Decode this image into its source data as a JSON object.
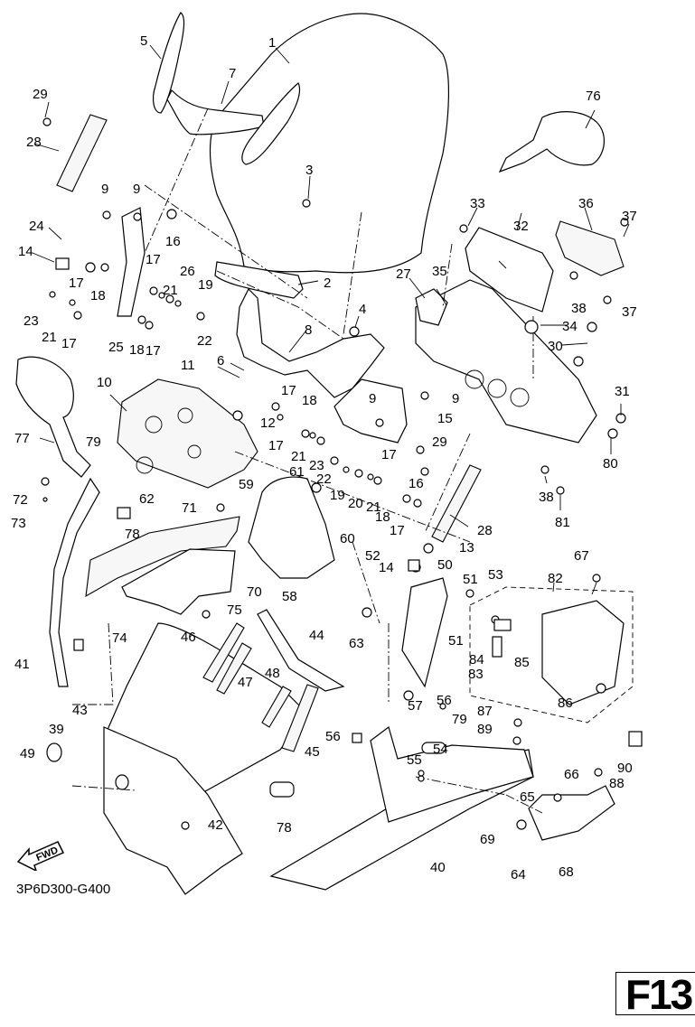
{
  "diagram": {
    "title_code": "3P6D300-G400",
    "page_label": "F13",
    "fwd_label": "FWD",
    "part_labels": [
      {
        "id": "1",
        "text": "1"
      },
      {
        "id": "2",
        "text": "2"
      },
      {
        "id": "3",
        "text": "3"
      },
      {
        "id": "4",
        "text": "4"
      },
      {
        "id": "5",
        "text": "5"
      },
      {
        "id": "6",
        "text": "6"
      },
      {
        "id": "7",
        "text": "7"
      },
      {
        "id": "8",
        "text": "8"
      },
      {
        "id": "9a",
        "text": "9"
      },
      {
        "id": "9b",
        "text": "9"
      },
      {
        "id": "9c",
        "text": "9"
      },
      {
        "id": "9d",
        "text": "9"
      },
      {
        "id": "10",
        "text": "10"
      },
      {
        "id": "11",
        "text": "11"
      },
      {
        "id": "12",
        "text": "12"
      },
      {
        "id": "13",
        "text": "13"
      },
      {
        "id": "14a",
        "text": "14"
      },
      {
        "id": "14b",
        "text": "14"
      },
      {
        "id": "15",
        "text": "15"
      },
      {
        "id": "16a",
        "text": "16"
      },
      {
        "id": "16b",
        "text": "16"
      },
      {
        "id": "17a",
        "text": "17"
      },
      {
        "id": "17b",
        "text": "17"
      },
      {
        "id": "17c",
        "text": "17"
      },
      {
        "id": "17d",
        "text": "17"
      },
      {
        "id": "17e",
        "text": "17"
      },
      {
        "id": "17f",
        "text": "17"
      },
      {
        "id": "17g",
        "text": "17"
      },
      {
        "id": "17h",
        "text": "17"
      },
      {
        "id": "18a",
        "text": "18"
      },
      {
        "id": "18b",
        "text": "18"
      },
      {
        "id": "18c",
        "text": "18"
      },
      {
        "id": "18d",
        "text": "18"
      },
      {
        "id": "19a",
        "text": "19"
      },
      {
        "id": "19b",
        "text": "19"
      },
      {
        "id": "20",
        "text": "20"
      },
      {
        "id": "21a",
        "text": "21"
      },
      {
        "id": "21b",
        "text": "21"
      },
      {
        "id": "21c",
        "text": "21"
      },
      {
        "id": "21d",
        "text": "21"
      },
      {
        "id": "22a",
        "text": "22"
      },
      {
        "id": "22b",
        "text": "22"
      },
      {
        "id": "23a",
        "text": "23"
      },
      {
        "id": "23b",
        "text": "23"
      },
      {
        "id": "24",
        "text": "24"
      },
      {
        "id": "25",
        "text": "25"
      },
      {
        "id": "26",
        "text": "26"
      },
      {
        "id": "27",
        "text": "27"
      },
      {
        "id": "28a",
        "text": "28"
      },
      {
        "id": "28b",
        "text": "28"
      },
      {
        "id": "29a",
        "text": "29"
      },
      {
        "id": "29b",
        "text": "29"
      },
      {
        "id": "30",
        "text": "30"
      },
      {
        "id": "31",
        "text": "31"
      },
      {
        "id": "32",
        "text": "32"
      },
      {
        "id": "33",
        "text": "33"
      },
      {
        "id": "34",
        "text": "34"
      },
      {
        "id": "35",
        "text": "35"
      },
      {
        "id": "36",
        "text": "36"
      },
      {
        "id": "37a",
        "text": "37"
      },
      {
        "id": "37b",
        "text": "37"
      },
      {
        "id": "38a",
        "text": "38"
      },
      {
        "id": "38b",
        "text": "38"
      },
      {
        "id": "39",
        "text": "39"
      },
      {
        "id": "40",
        "text": "40"
      },
      {
        "id": "41",
        "text": "41"
      },
      {
        "id": "42",
        "text": "42"
      },
      {
        "id": "43",
        "text": "43"
      },
      {
        "id": "44",
        "text": "44"
      },
      {
        "id": "45",
        "text": "45"
      },
      {
        "id": "46",
        "text": "46"
      },
      {
        "id": "47",
        "text": "47"
      },
      {
        "id": "48",
        "text": "48"
      },
      {
        "id": "49",
        "text": "49"
      },
      {
        "id": "50",
        "text": "50"
      },
      {
        "id": "51a",
        "text": "51"
      },
      {
        "id": "51b",
        "text": "51"
      },
      {
        "id": "52",
        "text": "52"
      },
      {
        "id": "53",
        "text": "53"
      },
      {
        "id": "54",
        "text": "54"
      },
      {
        "id": "55",
        "text": "55"
      },
      {
        "id": "56a",
        "text": "56"
      },
      {
        "id": "56b",
        "text": "56"
      },
      {
        "id": "57",
        "text": "57"
      },
      {
        "id": "58",
        "text": "58"
      },
      {
        "id": "59",
        "text": "59"
      },
      {
        "id": "60",
        "text": "60"
      },
      {
        "id": "61",
        "text": "61"
      },
      {
        "id": "62",
        "text": "62"
      },
      {
        "id": "63",
        "text": "63"
      },
      {
        "id": "64",
        "text": "64"
      },
      {
        "id": "65",
        "text": "65"
      },
      {
        "id": "66",
        "text": "66"
      },
      {
        "id": "67",
        "text": "67"
      },
      {
        "id": "68",
        "text": "68"
      },
      {
        "id": "69",
        "text": "69"
      },
      {
        "id": "70",
        "text": "70"
      },
      {
        "id": "71",
        "text": "71"
      },
      {
        "id": "72",
        "text": "72"
      },
      {
        "id": "73",
        "text": "73"
      },
      {
        "id": "74",
        "text": "74"
      },
      {
        "id": "75",
        "text": "75"
      },
      {
        "id": "76",
        "text": "76"
      },
      {
        "id": "77",
        "text": "77"
      },
      {
        "id": "78a",
        "text": "78"
      },
      {
        "id": "78b",
        "text": "78"
      },
      {
        "id": "79a",
        "text": "79"
      },
      {
        "id": "79b",
        "text": "79"
      },
      {
        "id": "80",
        "text": "80"
      },
      {
        "id": "81",
        "text": "81"
      },
      {
        "id": "82",
        "text": "82"
      },
      {
        "id": "83",
        "text": "83"
      },
      {
        "id": "84",
        "text": "84"
      },
      {
        "id": "85",
        "text": "85"
      },
      {
        "id": "86",
        "text": "86"
      },
      {
        "id": "87",
        "text": "87"
      },
      {
        "id": "88",
        "text": "88"
      },
      {
        "id": "89",
        "text": "89"
      },
      {
        "id": "90",
        "text": "90"
      }
    ]
  }
}
